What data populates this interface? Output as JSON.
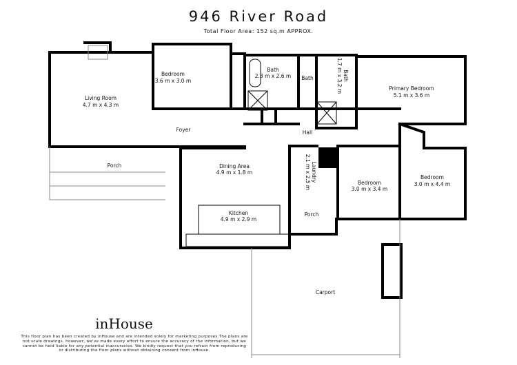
{
  "header": {
    "title": "946 River Road",
    "subtitle": "Total Floor Area: 152 sq.m APPROX."
  },
  "rooms": [
    {
      "name": "Living Room",
      "size": "4.7 m x 4.3 m"
    },
    {
      "name": "Bedroom",
      "size": "3.6 m x 3.0 m"
    },
    {
      "name": "Bath",
      "size": "2.3 m x 2.6 m"
    },
    {
      "name": "Bath",
      "size": ""
    },
    {
      "name": "Bath",
      "size": "1.7 m x 3.2 m"
    },
    {
      "name": "Primary Bedroom",
      "size": "5.1 m x 3.6 m"
    },
    {
      "name": "Foyer",
      "size": ""
    },
    {
      "name": "Hall",
      "size": ""
    },
    {
      "name": "Porch",
      "size": ""
    },
    {
      "name": "Dining Area",
      "size": "4.9 m x 1.8 m"
    },
    {
      "name": "Laundry",
      "size": "2.1 m x 2.5 m"
    },
    {
      "name": "Bedroom",
      "size": "3.0 m x 3.4 m"
    },
    {
      "name": "Bedroom",
      "size": "3.0 m x 4.4 m"
    },
    {
      "name": "Kitchen",
      "size": "4.9 m x 2.9 m"
    },
    {
      "name": "Porch",
      "size": ""
    },
    {
      "name": "Carport",
      "size": ""
    }
  ],
  "footer": {
    "logo": "inHouse",
    "disclaimer": "This floor plan has been created by inHouse and are intended solely for marketing purposes.The plans are not scale drawings, however, we've made every effort to ensure the accuracy of the information, but we cannot be held liable for any potential inaccuracies. We kindly request that you refrain from reproducing or distributing the floor plans without obtaining consent from inHouse."
  }
}
